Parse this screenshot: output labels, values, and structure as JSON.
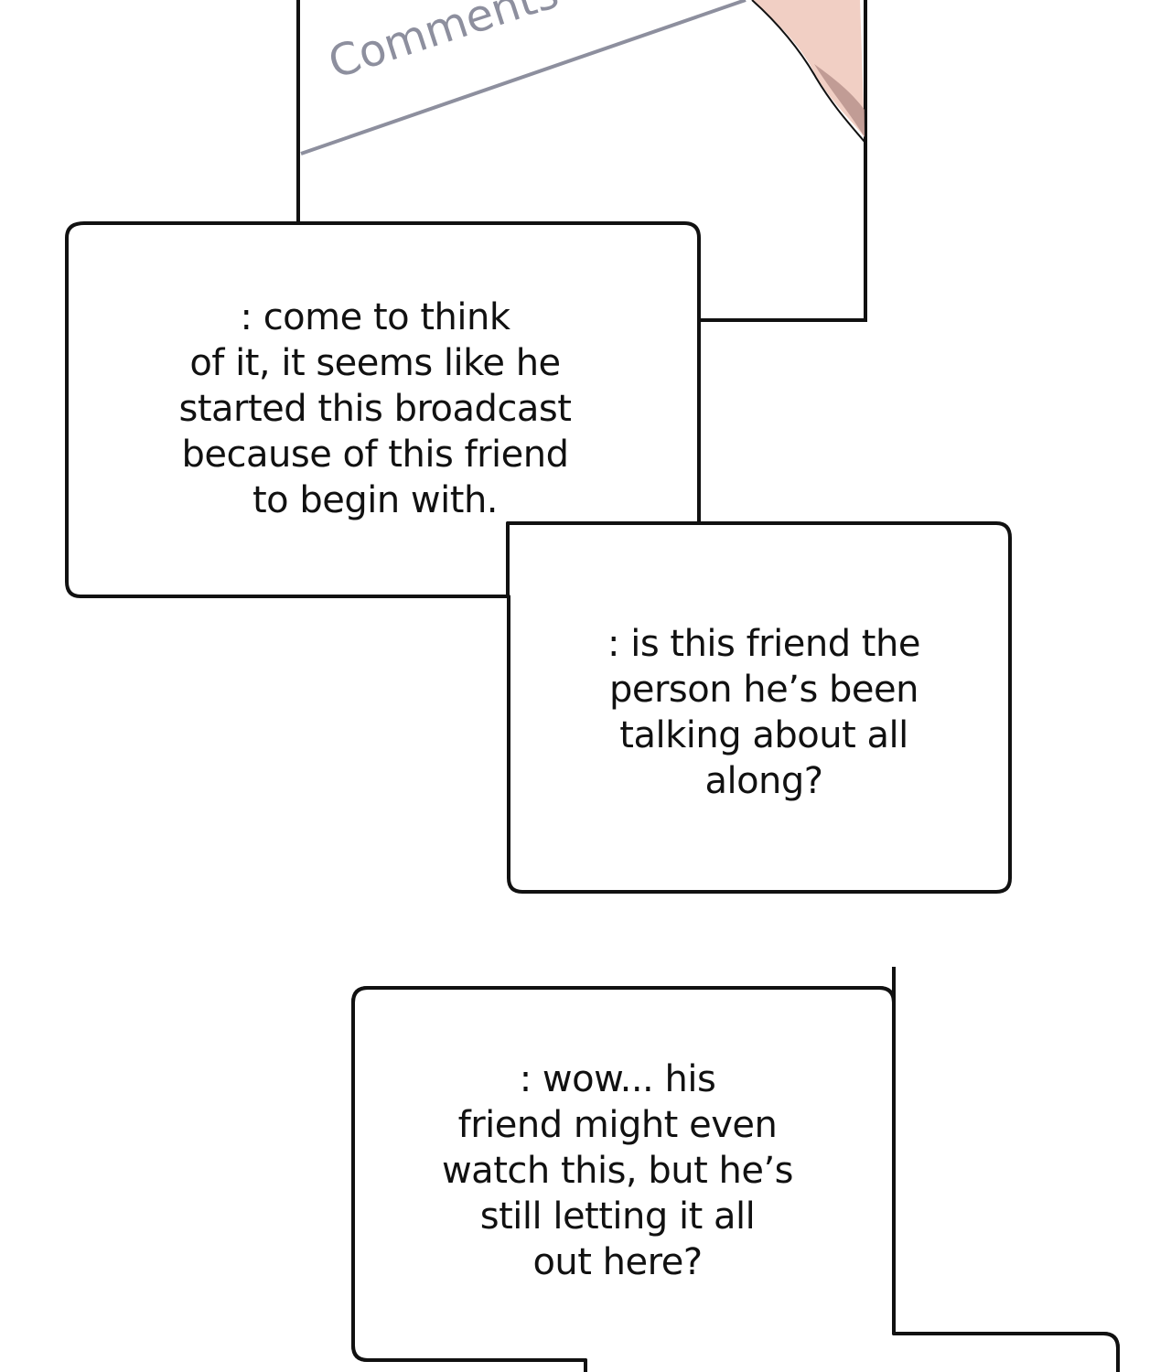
{
  "top_panel": {
    "label": "Comments"
  },
  "bubbles": [
    {
      "text": ": come to think\nof it, it seems like he\nstarted this broadcast\nbecause of this friend\nto begin with."
    },
    {
      "text": ": is this friend the\nperson he’s been\ntalking about all\nalong?"
    },
    {
      "text": ": wow... his\nfriend might even\nwatch this, but he’s\nstill letting it all\nout here?"
    }
  ],
  "colors": {
    "border": "#111111",
    "paper": "#ffffff",
    "label_gray": "#8d8f9e",
    "skin": "#f1cfc4",
    "skin_shadow": "#b58e8a"
  }
}
